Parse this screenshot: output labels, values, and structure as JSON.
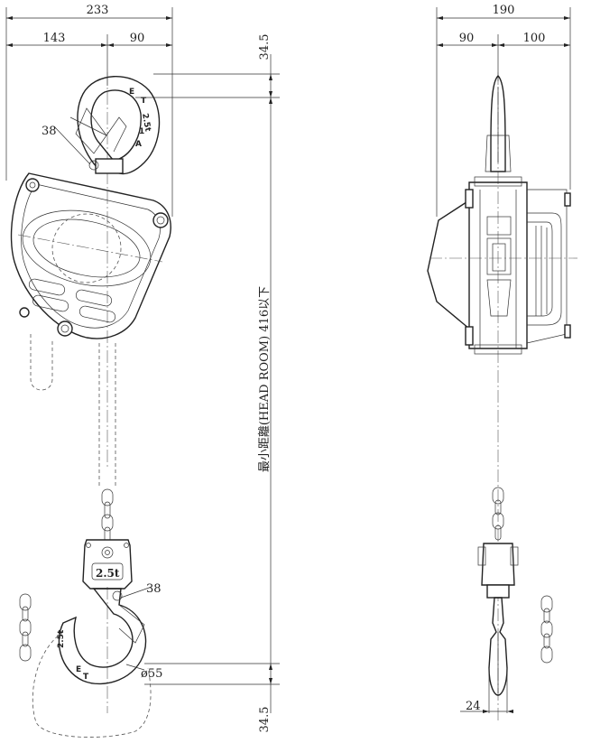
{
  "dimensions": {
    "front_total_width": "233",
    "front_left_width": "143",
    "front_right_width": "90",
    "side_total_width": "190",
    "side_left_width": "90",
    "side_right_width": "100",
    "top_offset": "34.5",
    "bottom_offset": "34.5",
    "head_room": "最小距離(HEAD ROOM) 416以下",
    "upper_hook_angle": "38",
    "lower_hook_angle": "38",
    "hook_diameter": "ø55",
    "side_chain_width": "24"
  },
  "markings": {
    "upper_hook_letters": [
      "E",
      "T",
      "2.5t",
      "1",
      "A"
    ],
    "body_capacity": "2.5t",
    "lower_hook_letters": [
      "2.5t",
      "E",
      "T"
    ]
  }
}
